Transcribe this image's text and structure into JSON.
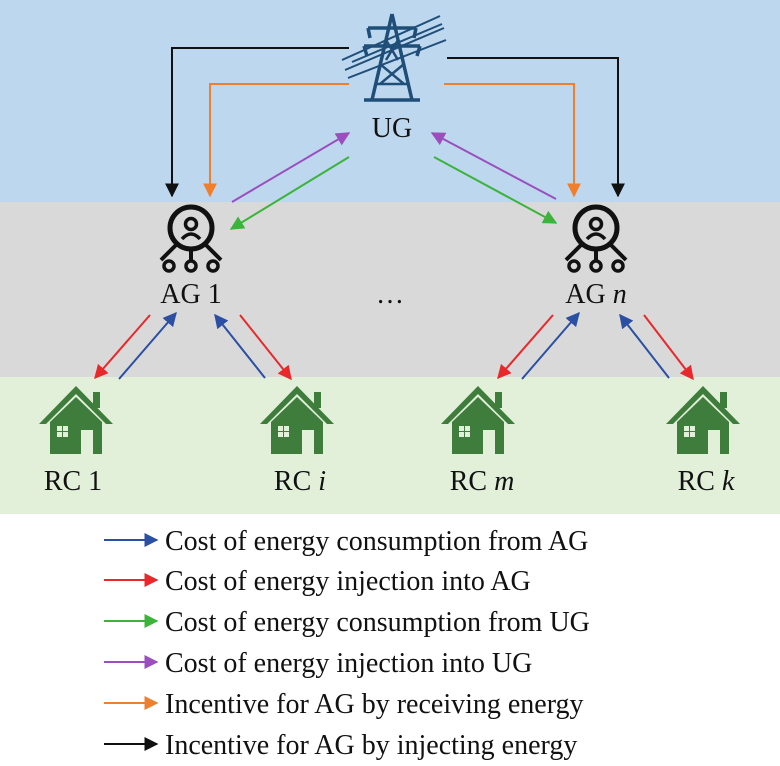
{
  "utility_grid": {
    "label": "UG",
    "icon": "transmission-tower-icon"
  },
  "aggregators": [
    {
      "prefix": "AG ",
      "index": "1",
      "icon": "aggregator-hub-icon"
    },
    {
      "prefix": "AG ",
      "index": "n",
      "icon": "aggregator-hub-icon"
    }
  ],
  "ellipsis": "…",
  "residential_customers": [
    {
      "prefix": "RC ",
      "index": "1",
      "icon": "house-icon"
    },
    {
      "prefix": "RC ",
      "index": "i",
      "icon": "house-icon"
    },
    {
      "prefix": "RC ",
      "index": "m",
      "icon": "house-icon"
    },
    {
      "prefix": "RC ",
      "index": "k",
      "icon": "house-icon"
    }
  ],
  "legend": [
    {
      "label": "Cost of energy consumption from AG",
      "color": "#2a4fa3"
    },
    {
      "label": "Cost of energy injection into AG",
      "color": "#e8282b"
    },
    {
      "label": "Cost of energy consumption from UG",
      "color": "#3cb43c"
    },
    {
      "label": "Cost of energy injection into UG",
      "color": "#9b4fbf"
    },
    {
      "label": "Incentive for AG by receiving energy",
      "color": "#f07f2d"
    },
    {
      "label": "Incentive for AG by injecting energy",
      "color": "#111111"
    }
  ],
  "colors": {
    "grid_band": "#bdd7ee",
    "aggregator_band": "#d9d9d9",
    "customer_band": "#e2efd9",
    "house": "#3f7d3c",
    "icon_stroke": "#111111",
    "tower": "#1f4e79"
  }
}
